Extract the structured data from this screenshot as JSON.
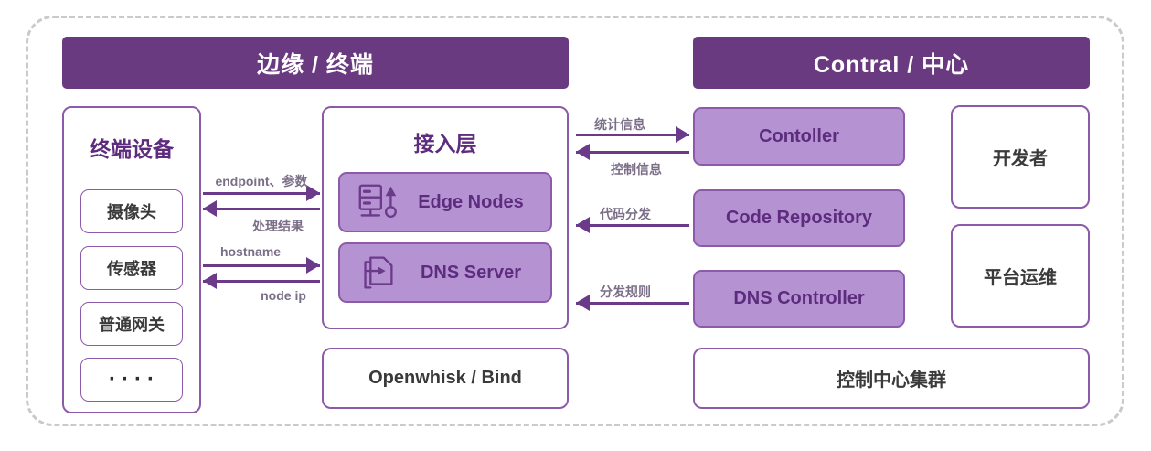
{
  "headers": {
    "left": "边缘 / 终端",
    "right": "Contral / 中心"
  },
  "terminal_devices": {
    "title": "终端设备",
    "items": [
      "摄像头",
      "传感器",
      "普通网关",
      "····"
    ]
  },
  "access_layer": {
    "title": "接入层",
    "nodes": [
      {
        "label": "Edge Nodes",
        "icon": "edge-server-icon"
      },
      {
        "label": "DNS Server",
        "icon": "file-export-icon"
      }
    ]
  },
  "left_flows": [
    {
      "label": "endpoint、参数",
      "direction": "right"
    },
    {
      "label": "处理结果",
      "direction": "left"
    },
    {
      "label": "hostname",
      "direction": "right"
    },
    {
      "label": "node ip",
      "direction": "left"
    }
  ],
  "right_flows": [
    {
      "label": "统计信息",
      "direction": "right"
    },
    {
      "label": "控制信息",
      "direction": "left"
    },
    {
      "label": "代码分发",
      "direction": "left"
    },
    {
      "label": "分发规则",
      "direction": "left"
    }
  ],
  "control_center": {
    "boxes": [
      "Contoller",
      "Code Repository",
      "DNS Controller"
    ],
    "cluster": "控制中心集群"
  },
  "roles": [
    "开发者",
    "平台运维"
  ],
  "edge_runtime": "Openwhisk / Bind",
  "colors": {
    "header_bg": "#6a3a81",
    "accent_fill": "#b593d3",
    "accent_border": "#8d5aab",
    "dark_purple_text": "#5d2c7e",
    "arrow": "#6b3a8a",
    "flow_label": "#7b6e87",
    "dark_text": "#3a3a3a",
    "dashed_frame": "#cbc9cd"
  }
}
